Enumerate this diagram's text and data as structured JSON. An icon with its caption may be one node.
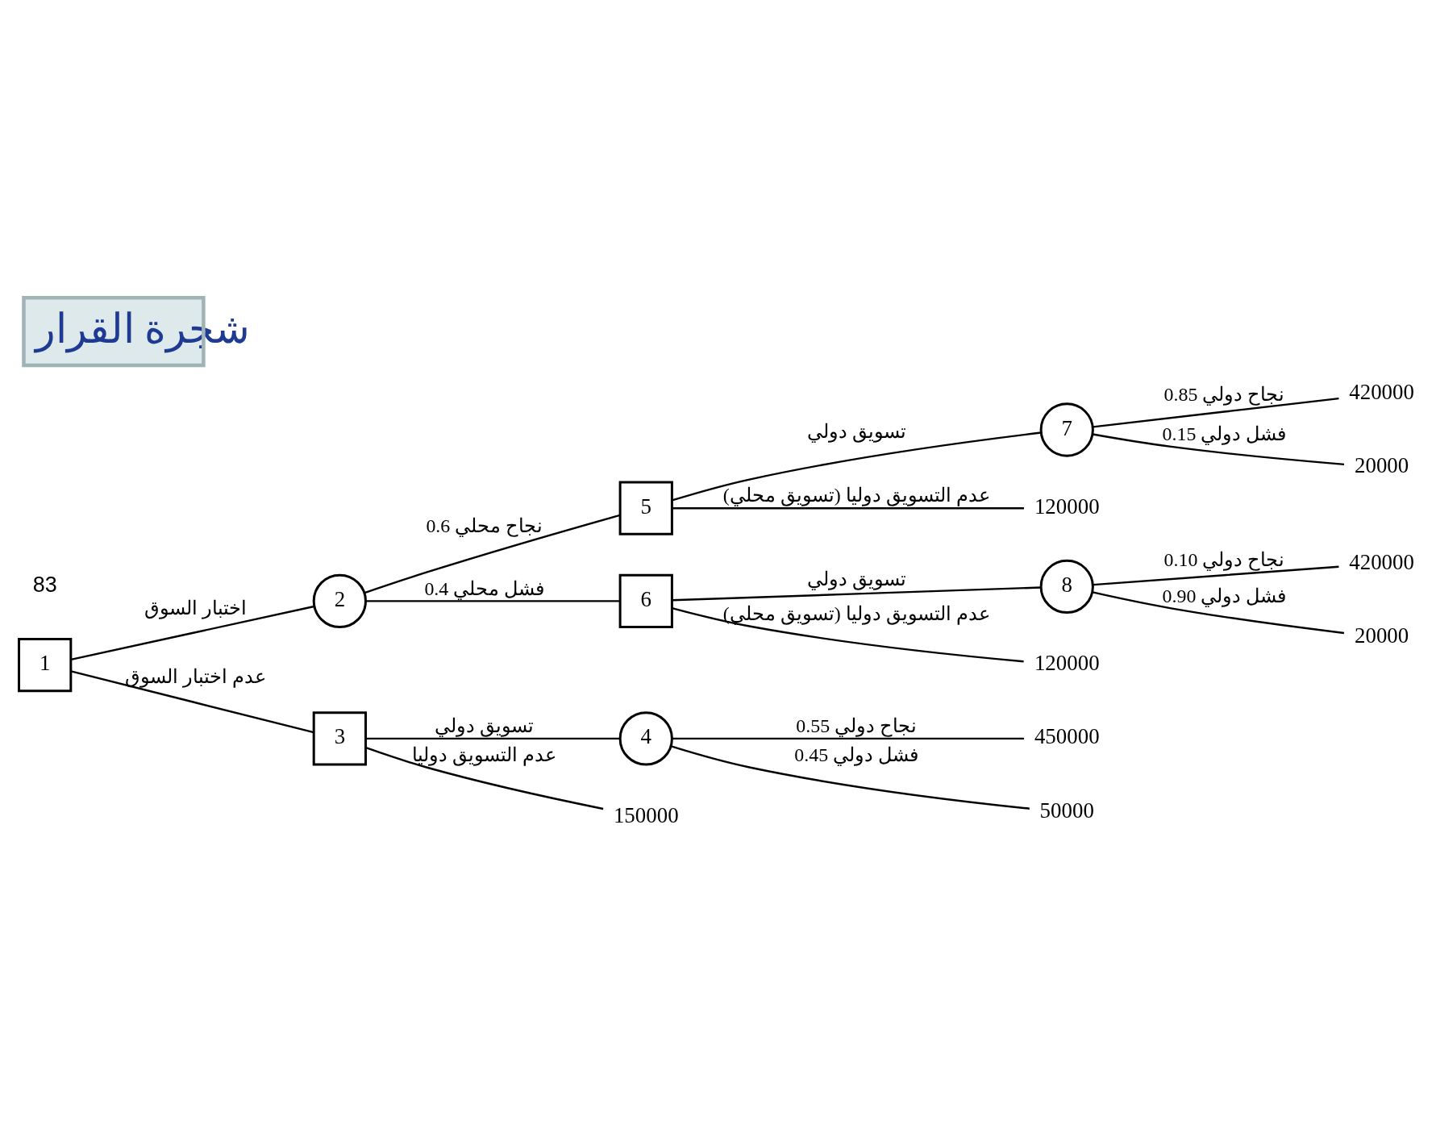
{
  "diagram": {
    "title": "شجرة القرار",
    "nodes": [
      {
        "text": [
          "1"
        ]
      },
      {
        "text": [
          "2"
        ]
      },
      {
        "text": [
          "3"
        ]
      },
      {
        "text": [
          "4"
        ]
      },
      {
        "text": [
          "5"
        ]
      },
      {
        "text": [
          "6"
        ]
      },
      {
        "text": [
          "7"
        ]
      },
      {
        "text": [
          "8"
        ]
      },
      {
        "text": [
          "120000"
        ]
      },
      {
        "text": [
          "420000"
        ]
      },
      {
        "text": [
          "20000"
        ]
      },
      {
        "text": [
          "120000"
        ]
      },
      {
        "text": [
          "420000"
        ]
      },
      {
        "text": [
          "20000"
        ]
      },
      {
        "text": [
          "450000"
        ]
      },
      {
        "text": [
          "50000"
        ]
      },
      {
        "text": [
          "150000"
        ]
      }
    ],
    "edges": [
      {
        "from": 0,
        "to": 1,
        "arrow": "none",
        "label": "اختبار السوق"
      },
      {
        "from": 0,
        "to": 2,
        "arrow": "none",
        "label": "عدم اختبار السوق"
      },
      {
        "from": 1,
        "to": 4,
        "arrow": "none",
        "label": "نجاح محلي 0.6"
      },
      {
        "from": 1,
        "to": 5,
        "arrow": "none",
        "label": "فشل محلي 0.4"
      },
      {
        "from": 4,
        "to": 8,
        "arrow": "none",
        "label": "عدم التسويق دوليا (تسويق محلي)"
      },
      {
        "from": 4,
        "to": 6,
        "arrow": "none",
        "label": "تسويق دولي"
      },
      {
        "from": 6,
        "to": 9,
        "arrow": "none",
        "label": "نجاح دولي 0.85"
      },
      {
        "from": 6,
        "to": 10,
        "arrow": "none",
        "label": "فشل دولي 0.15"
      },
      {
        "from": 5,
        "to": 11,
        "arrow": "none",
        "label": "عدم التسويق دوليا (تسويق محلي)"
      },
      {
        "from": 5,
        "to": 7,
        "arrow": "none",
        "label": "تسويق دولي"
      },
      {
        "from": 7,
        "to": 12,
        "arrow": "none",
        "label": "نجاح دولي 0.10"
      },
      {
        "from": 7,
        "to": 13,
        "arrow": "none",
        "label": "فشل دولي 0.90"
      },
      {
        "from": 2,
        "to": 3,
        "arrow": "none",
        "label": "تسويق دولي"
      },
      {
        "from": 2,
        "to": 16,
        "arrow": "none",
        "label": "عدم التسويق دوليا"
      },
      {
        "from": 3,
        "to": 14,
        "arrow": "none",
        "label": "نجاح دولي 0.55"
      },
      {
        "from": 3,
        "to": 15,
        "arrow": "none",
        "label": "فشل دولي 0.45"
      }
    ],
    "labels": [
      "83"
    ]
  }
}
